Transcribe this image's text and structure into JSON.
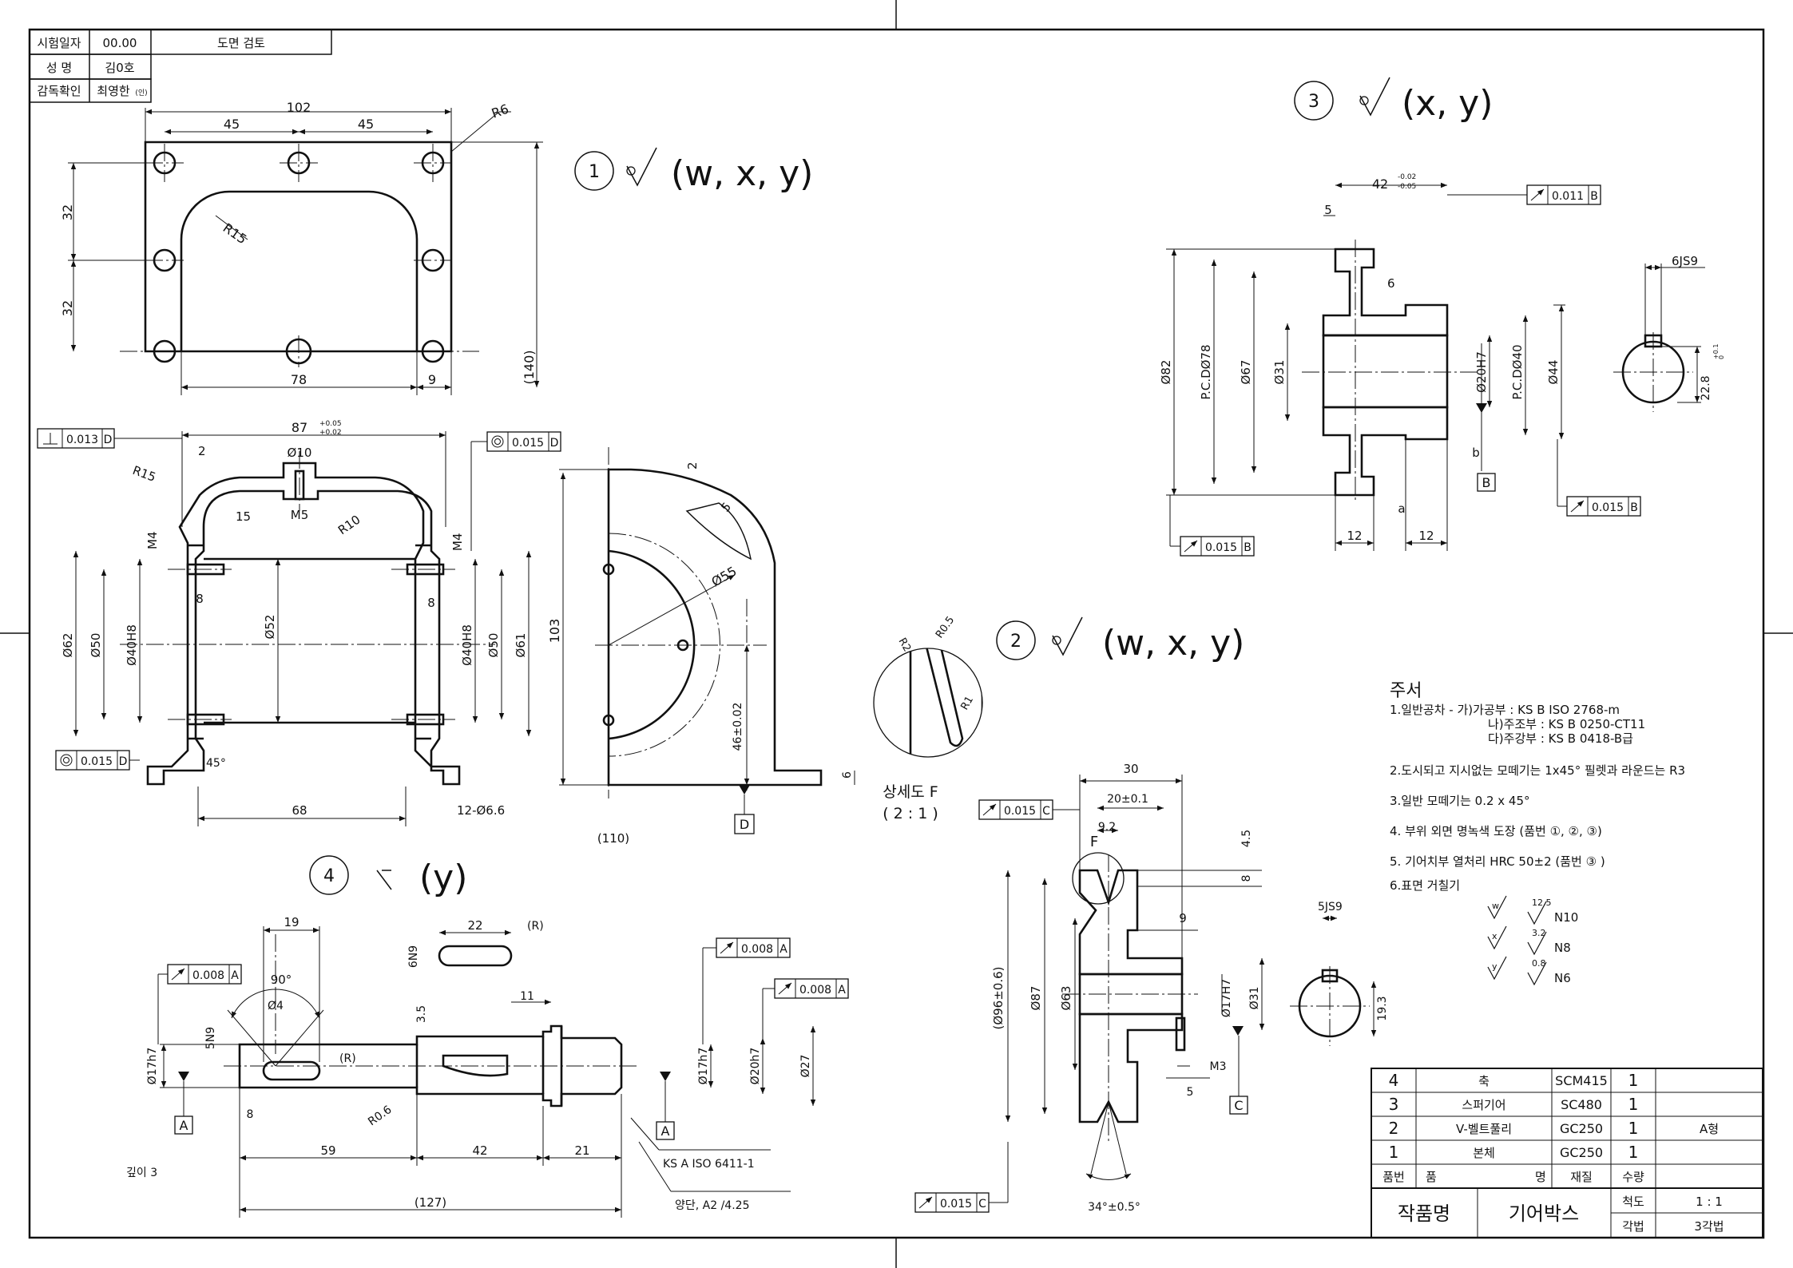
{
  "title_block_top": {
    "rows": [
      {
        "label": "시험일자",
        "value": "00.00",
        "extra": "도면 검토"
      },
      {
        "label": "성    명",
        "value": "김0호"
      },
      {
        "label": "감독확인",
        "value": "최영한",
        "sign": "(인)"
      }
    ]
  },
  "parts_list": {
    "rows": [
      {
        "no": "4",
        "name": "축",
        "material": "SCM415",
        "qty": "1",
        "note": ""
      },
      {
        "no": "3",
        "name": "스퍼기어",
        "material": "SC480",
        "qty": "1",
        "note": ""
      },
      {
        "no": "2",
        "name": "V-벨트풀리",
        "material": "GC250",
        "qty": "1",
        "note": "A형"
      },
      {
        "no": "1",
        "name": "본체",
        "material": "GC250",
        "qty": "1",
        "note": ""
      }
    ],
    "header": {
      "no": "품번",
      "name1": "품",
      "name2": "명",
      "material": "재질",
      "qty": "수량"
    },
    "work_label": "작품명",
    "work_name": "기어박스",
    "scale_label": "척도",
    "scale_value": "1 : 1",
    "projection_label": "각법",
    "projection_value": "3각법"
  },
  "notes": {
    "title": "주서",
    "lines": [
      "1.일반공차 - 가)가공부 : KS B ISO 2768-m",
      "나)주조부 : KS B 0250-CT11",
      "다)주강부 : KS B 0418-B급",
      "2.도시되고 지시없는 모떼기는 1x45° 필렛과 라운드는 R3",
      "3.일반 모떼기는 0.2 x 45°",
      "4.    부위 외면 명녹색 도장 (품번 ①, ②, ③)",
      "5. 기어치부 열처리 HRC 50±2 (품번 ③ )",
      "6.표면 거칠기"
    ],
    "roughness": [
      {
        "sym": "w",
        "val": "12.5",
        "grade": "N10"
      },
      {
        "sym": "x",
        "val": "3.2",
        "grade": "N8"
      },
      {
        "sym": "y",
        "val": "0.8",
        "grade": "N6"
      }
    ]
  },
  "part_markers": [
    {
      "no": "1",
      "spec": "(w, x, y)"
    },
    {
      "no": "2",
      "spec": "(w, x, y)"
    },
    {
      "no": "3",
      "spec": "(x, y)"
    },
    {
      "no": "4",
      "spec": "(y)"
    }
  ],
  "detail": {
    "title": "상세도 F",
    "scale": "( 2 : 1 )"
  },
  "dims_part1": [
    "102",
    "45",
    "45",
    "R6",
    "R15",
    "32",
    "32",
    "78",
    "9",
    "(140)",
    "87",
    "+0.05",
    "+0.02",
    "2",
    "Ø10",
    "R15",
    "15",
    "M5",
    "R10",
    "M4",
    "M4",
    "8",
    "8",
    "Ø62",
    "Ø50",
    "Ø40H8",
    "Ø52",
    "Ø40H8",
    "Ø50",
    "Ø61",
    "45°",
    "68",
    "12-Ø6.6",
    "103",
    "2",
    "5",
    "Ø55",
    "46±0.02",
    "6",
    "(110)"
  ],
  "dims_part3": [
    "42",
    "-0.02",
    "-0.05",
    "5",
    "6",
    "Ø82",
    "P.C.DØ78",
    "Ø67",
    "Ø31",
    "Ø20H7",
    "P.C.DØ40",
    "Ø44",
    "b",
    "a",
    "12",
    "12",
    "6JS9",
    "22.8",
    "+0.1",
    "0"
  ],
  "dims_part2": [
    "30",
    "20±0.1",
    "9.2",
    "4.5",
    "8",
    "9",
    "5JS9",
    "(Ø96±0.6)",
    "Ø87",
    "Ø63",
    "Ø17H7",
    "Ø31",
    "19.3",
    "M3",
    "5",
    "34°±0.5°",
    "R2",
    "R0.5",
    "R1",
    "F"
  ],
  "dims_part4": [
    "19",
    "90°",
    "Ø4",
    "5N9",
    "Ø17h7",
    "(R)",
    "8",
    "59",
    "22",
    "(R)",
    "6N9",
    "3.5",
    "11",
    "R0.6",
    "42",
    "21",
    "Ø17h7",
    "Ø20h7",
    "Ø27",
    "(127)",
    "깊이 3",
    "KS A ISO 6411-1",
    "양단, A2 /4.25"
  ],
  "tolerance_frames": [
    {
      "sym": "perp",
      "val": "0.013",
      "ref": "D"
    },
    {
      "sym": "conc",
      "val": "0.015",
      "ref": "D"
    },
    {
      "sym": "conc",
      "val": "0.015",
      "ref": "D"
    },
    {
      "sym": "runout",
      "val": "0.011",
      "ref": "B"
    },
    {
      "sym": "runout",
      "val": "0.015",
      "ref": "B"
    },
    {
      "sym": "runout",
      "val": "0.015",
      "ref": "B"
    },
    {
      "sym": "runout",
      "val": "0.015",
      "ref": "C"
    },
    {
      "sym": "runout",
      "val": "0.015",
      "ref": "C"
    },
    {
      "sym": "runout",
      "val": "0.008",
      "ref": "A"
    },
    {
      "sym": "runout",
      "val": "0.008",
      "ref": "A"
    },
    {
      "sym": "runout",
      "val": "0.008",
      "ref": "A"
    }
  ],
  "datums": [
    "D",
    "B",
    "C",
    "A",
    "A"
  ]
}
